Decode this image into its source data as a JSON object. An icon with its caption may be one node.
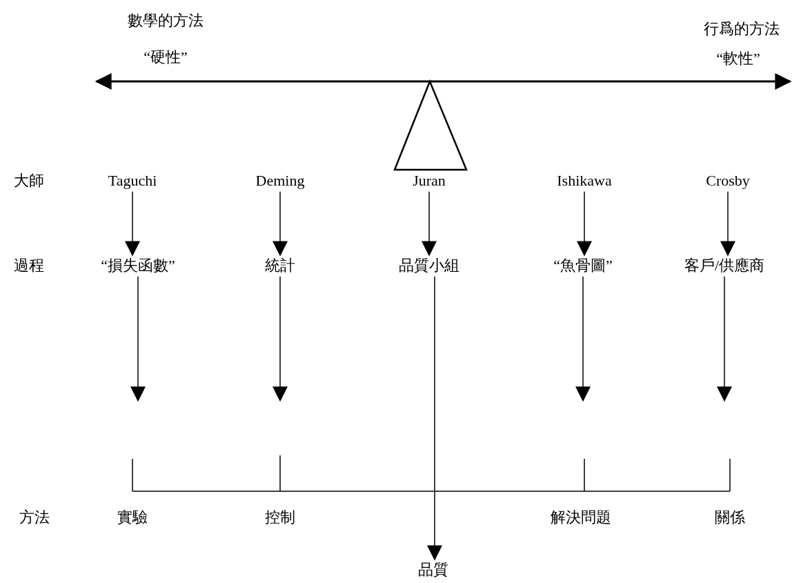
{
  "diagram": {
    "nodes": [
      {
        "text": [
          "Taguchi"
        ]
      },
      {
        "text": [
          "Deming"
        ]
      },
      {
        "text": [
          "Juran"
        ]
      },
      {
        "text": [
          "Ishikawa"
        ]
      },
      {
        "text": [
          "Crosby"
        ]
      },
      {
        "text": [
          "“損失函數”"
        ]
      },
      {
        "text": [
          "統計"
        ]
      },
      {
        "text": [
          "品質小組"
        ]
      },
      {
        "text": [
          "“魚骨圖”"
        ]
      },
      {
        "text": [
          "客戶/供應商"
        ]
      },
      {
        "text": [
          "品質"
        ]
      }
    ],
    "edges": [
      {
        "from": 0,
        "to": 5,
        "arrow": "to"
      },
      {
        "from": 1,
        "to": 6,
        "arrow": "to"
      },
      {
        "from": 2,
        "to": 7,
        "arrow": "to"
      },
      {
        "from": 3,
        "to": 8,
        "arrow": "to"
      },
      {
        "from": 4,
        "to": 9,
        "arrow": "to"
      },
      {
        "from": 5,
        "to": null,
        "arrow": "to"
      },
      {
        "from": 6,
        "to": null,
        "arrow": "to"
      },
      {
        "from": 8,
        "to": null,
        "arrow": "to"
      },
      {
        "from": 9,
        "to": null,
        "arrow": "to"
      },
      {
        "from": 7,
        "to": 10,
        "arrow": "to"
      }
    ],
    "labels": [
      "數學的方法",
      "“硬性”",
      "行爲的方法",
      "“軟性”",
      "大師",
      "過程",
      "方法",
      "實驗",
      "控制",
      "解決問題",
      "關係"
    ]
  }
}
